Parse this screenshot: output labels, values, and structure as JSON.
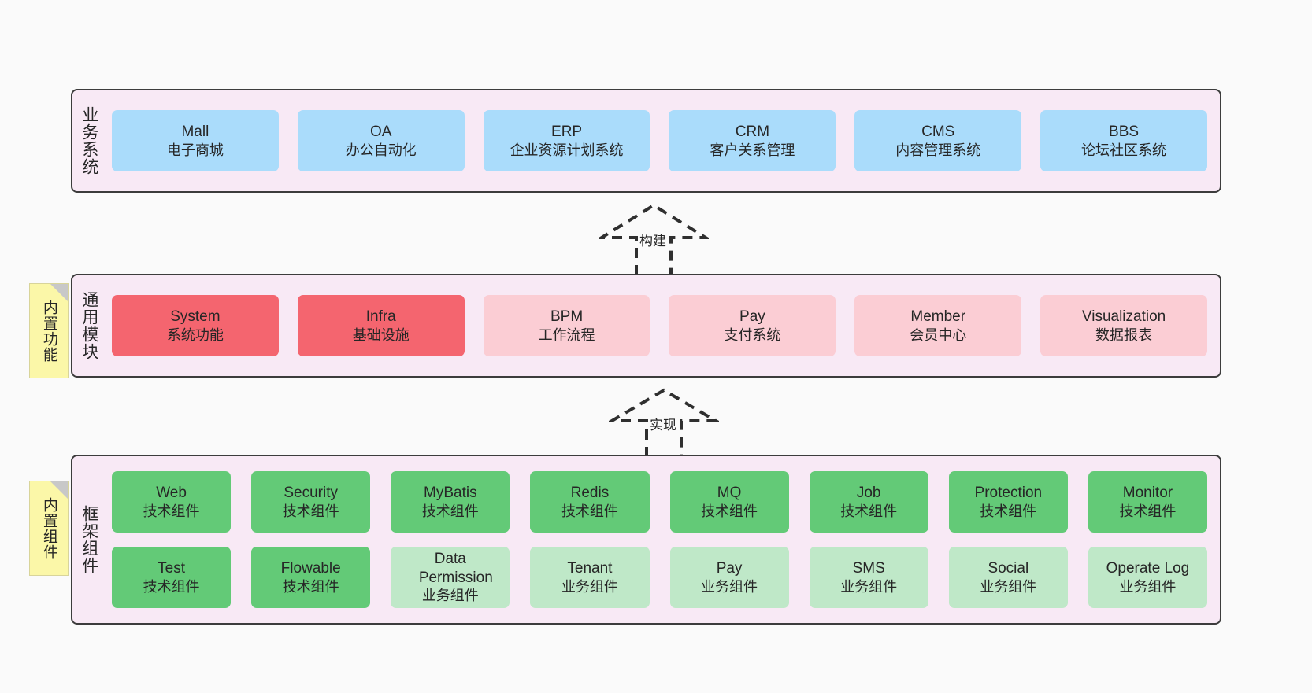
{
  "diagram": {
    "background_color": "#fafafa",
    "panel_color": "#f8e9f5",
    "border_color": "#3c3c3c",
    "note_color": "#fbf7a8",
    "colors": {
      "business": "#aadcfb",
      "module_core": "#f4656f",
      "module_optional": "#fbcdd4",
      "component_tech": "#63ca77",
      "component_business": "#bfe8c8"
    }
  },
  "layers": [
    {
      "id": "business",
      "title": "业务系统",
      "rows": [
        [
          {
            "en": "Mall",
            "cn": "电子商城"
          },
          {
            "en": "OA",
            "cn": "办公自动化"
          },
          {
            "en": "ERP",
            "cn": "企业资源计划系统"
          },
          {
            "en": "CRM",
            "cn": "客户关系管理"
          },
          {
            "en": "CMS",
            "cn": "内容管理系统"
          },
          {
            "en": "BBS",
            "cn": "论坛社区系统"
          }
        ]
      ]
    },
    {
      "id": "modules",
      "title": "通用模块",
      "note": "内置功能",
      "rows": [
        [
          {
            "en": "System",
            "cn": "系统功能"
          },
          {
            "en": "Infra",
            "cn": "基础设施"
          },
          {
            "en": "BPM",
            "cn": "工作流程"
          },
          {
            "en": "Pay",
            "cn": "支付系统"
          },
          {
            "en": "Member",
            "cn": "会员中心"
          },
          {
            "en": "Visualization",
            "cn": "数据报表"
          }
        ]
      ]
    },
    {
      "id": "components",
      "title": "框架组件",
      "note": "内置组件",
      "rows": [
        [
          {
            "en": "Web",
            "cn": "技术组件"
          },
          {
            "en": "Security",
            "cn": "技术组件"
          },
          {
            "en": "MyBatis",
            "cn": "技术组件"
          },
          {
            "en": "Redis",
            "cn": "技术组件"
          },
          {
            "en": "MQ",
            "cn": "技术组件"
          },
          {
            "en": "Job",
            "cn": "技术组件"
          },
          {
            "en": "Protection",
            "cn": "技术组件"
          },
          {
            "en": "Monitor",
            "cn": "技术组件"
          }
        ],
        [
          {
            "en": "Test",
            "cn": "技术组件"
          },
          {
            "en": "Flowable",
            "cn": "技术组件"
          },
          {
            "en": "Data Permission",
            "cn": "业务组件"
          },
          {
            "en": "Tenant",
            "cn": "业务组件"
          },
          {
            "en": "Pay",
            "cn": "业务组件"
          },
          {
            "en": "SMS",
            "cn": "业务组件"
          },
          {
            "en": "Social",
            "cn": "业务组件"
          },
          {
            "en": "Operate Log",
            "cn": "业务组件"
          }
        ]
      ]
    }
  ],
  "connectors": [
    {
      "id": "build",
      "label": "构建"
    },
    {
      "id": "implement",
      "label": "实现"
    }
  ]
}
